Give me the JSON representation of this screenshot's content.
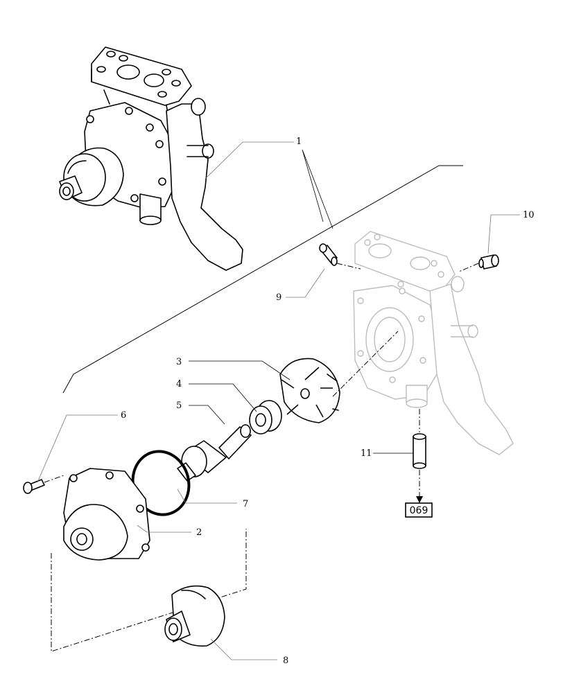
{
  "callouts": {
    "c1": "1",
    "c2": "2",
    "c3": "3",
    "c4": "4",
    "c5": "5",
    "c6": "6",
    "c7": "7",
    "c8": "8",
    "c9": "9",
    "c10": "10",
    "c11": "11"
  },
  "reference_box": "069"
}
